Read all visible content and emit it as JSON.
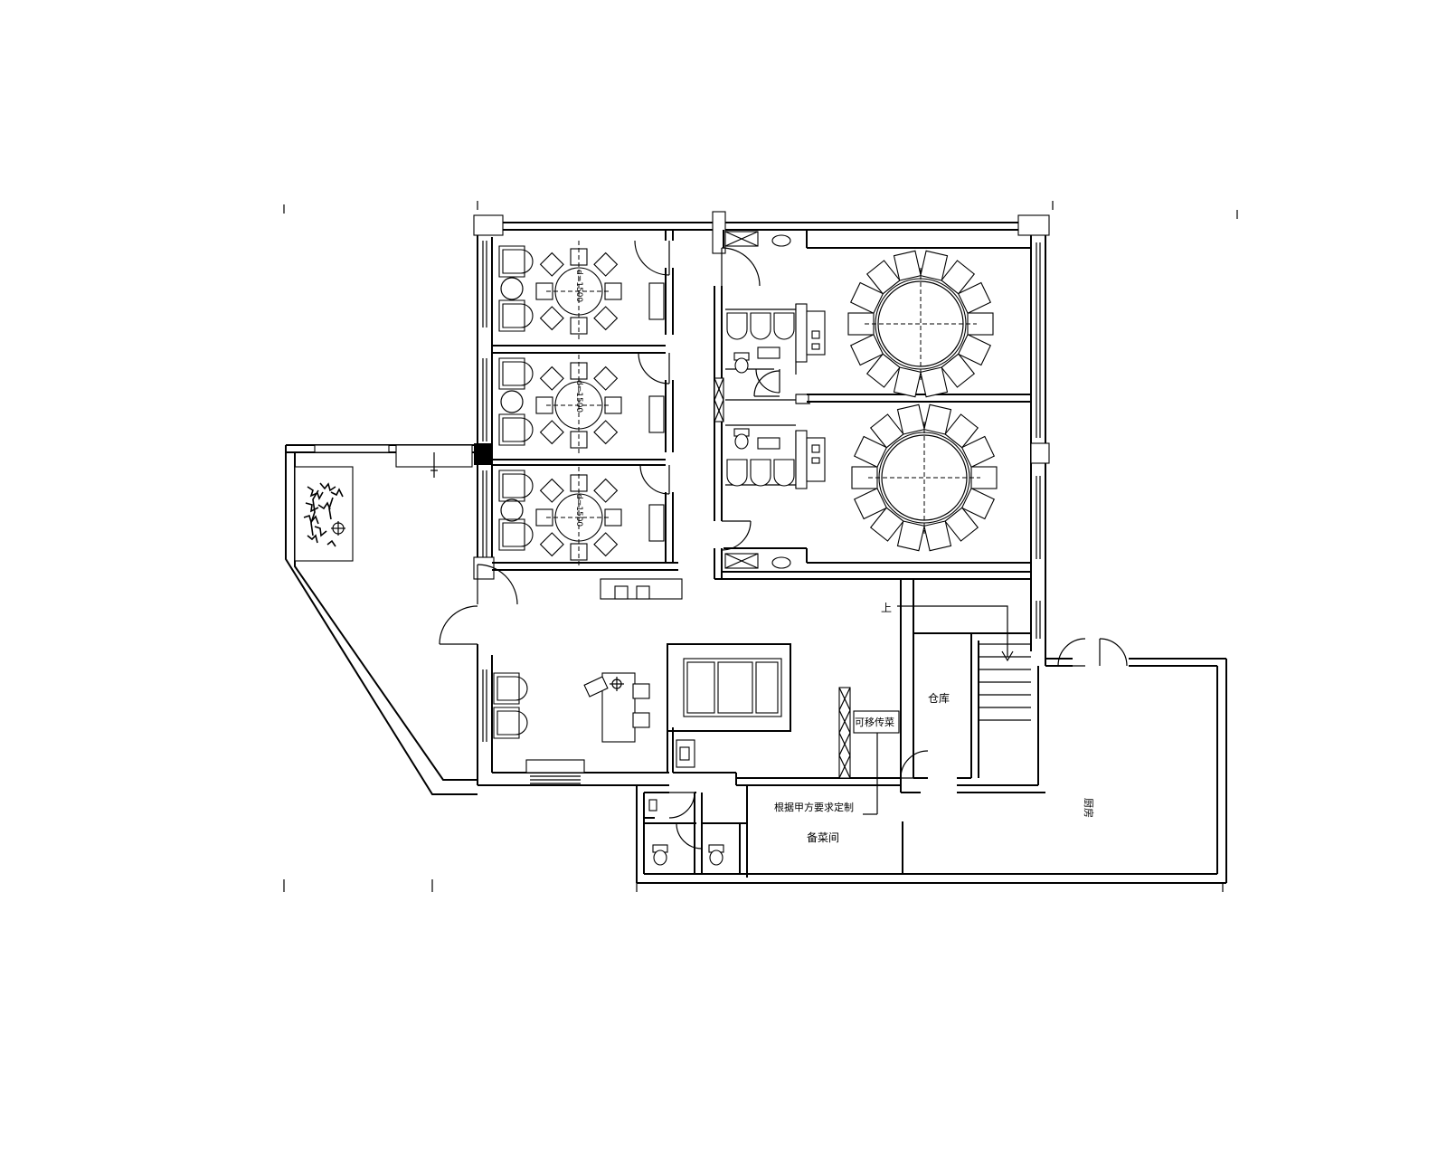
{
  "labels": {
    "warehouse": "仓库",
    "prep_room": "备菜间",
    "movable_pass": "可移传菜",
    "custom_note": "根据甲方要求定制",
    "stair_up": "上",
    "room_right": "厨房"
  },
  "dims": {
    "room1": "d=1500",
    "room2": "d=1500",
    "room3": "d=1500"
  },
  "icons": [
    "plant-icon",
    "door-swing-icon",
    "toilet-icon",
    "chair-icon",
    "round-table-icon"
  ]
}
